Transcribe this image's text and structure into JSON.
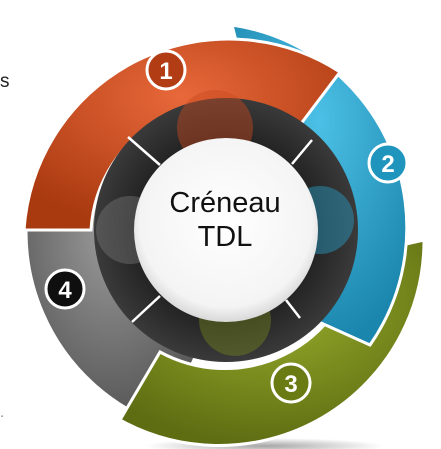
{
  "center": {
    "line1": "Créneau",
    "line2": "TDL"
  },
  "steps": [
    {
      "number": "1",
      "color": "#c84a1f"
    },
    {
      "number": "2",
      "color": "#2aa0c8"
    },
    {
      "number": "3",
      "color": "#7a8b1e"
    },
    {
      "number": "4",
      "color": "#6e6e6e"
    }
  ],
  "edge_fragments": {
    "left_top": "s",
    "left_bottom": "."
  }
}
